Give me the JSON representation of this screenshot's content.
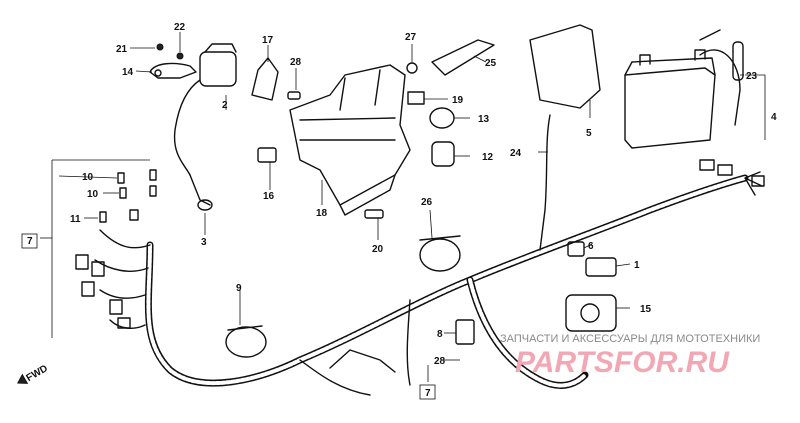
{
  "labels": {
    "p1": "1",
    "p2": "2",
    "p3": "3",
    "p4": "4",
    "p5": "5",
    "p6": "6",
    "p7a": "7",
    "p7b": "7",
    "p8": "8",
    "p9": "9",
    "p10a": "10",
    "p10b": "10",
    "p11": "11",
    "p12": "12",
    "p13": "13",
    "p14": "14",
    "p15": "15",
    "p16": "16",
    "p17": "17",
    "p18": "18",
    "p19": "19",
    "p20": "20",
    "p21": "21",
    "p22": "22",
    "p23": "23",
    "p24": "24",
    "p25": "25",
    "p26a": "26",
    "p26b": "26",
    "p27": "27",
    "p28a": "28",
    "p28b": "28"
  },
  "direction_marker": "FWD",
  "watermark": {
    "tagline": "ЗАПЧАСТИ И АКСЕССУАРЫ ДЛЯ МОТОТЕХНИКИ",
    "logo": "PARTSFOR.RU"
  },
  "colors": {
    "line": "#111111",
    "watermark_logo": "#f2a8b4",
    "watermark_text": "#8a8a8a"
  }
}
